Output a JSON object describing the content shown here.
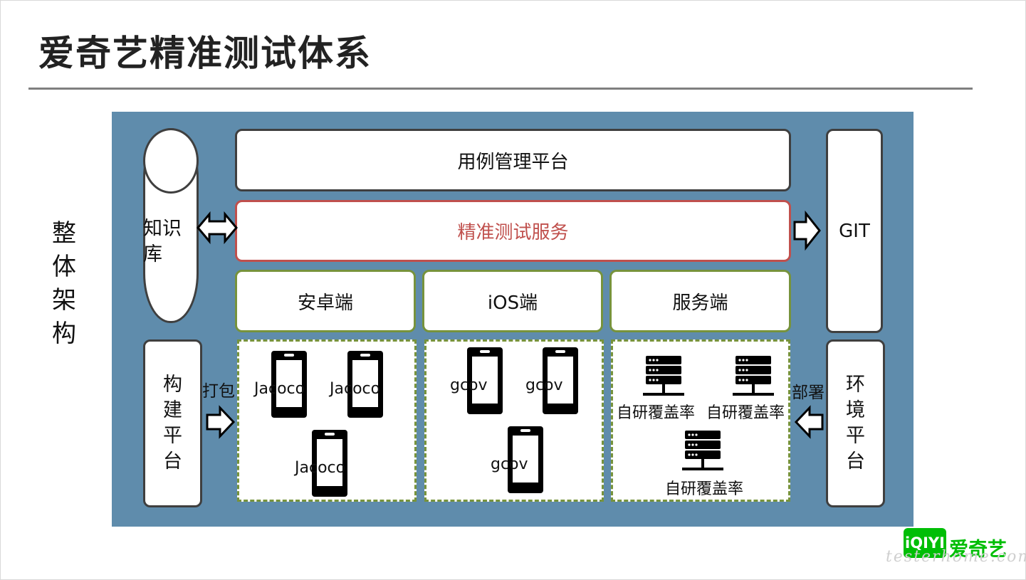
{
  "slide": {
    "title": "爱奇艺精准测试体系",
    "side_label": "整体架构"
  },
  "diagram": {
    "case_platform": "用例管理平台",
    "precision_service": "精准测试服务",
    "knowledge_base": "知识库",
    "git": "GIT",
    "android": "安卓端",
    "ios": "iOS端",
    "server": "服务端",
    "build_platform": "构建平台",
    "package_label": "打包",
    "env_platform": "环境平台",
    "deploy_label": "部署",
    "android_tools": [
      "Jacoco",
      "Jacoco",
      "Jacoco"
    ],
    "ios_tools": [
      "gcov",
      "gcov",
      "gcov"
    ],
    "server_tools": [
      "自研覆盖率",
      "自研覆盖率",
      "自研覆盖率"
    ]
  },
  "brand": {
    "logo_mark": "iQIYI",
    "logo_name": "爱奇艺",
    "watermark": "testerhome.com",
    "logo_color": "#00be06"
  },
  "colors": {
    "panel": "#5f8cac",
    "accent_red": "#c0504d",
    "accent_green": "#77933c"
  }
}
